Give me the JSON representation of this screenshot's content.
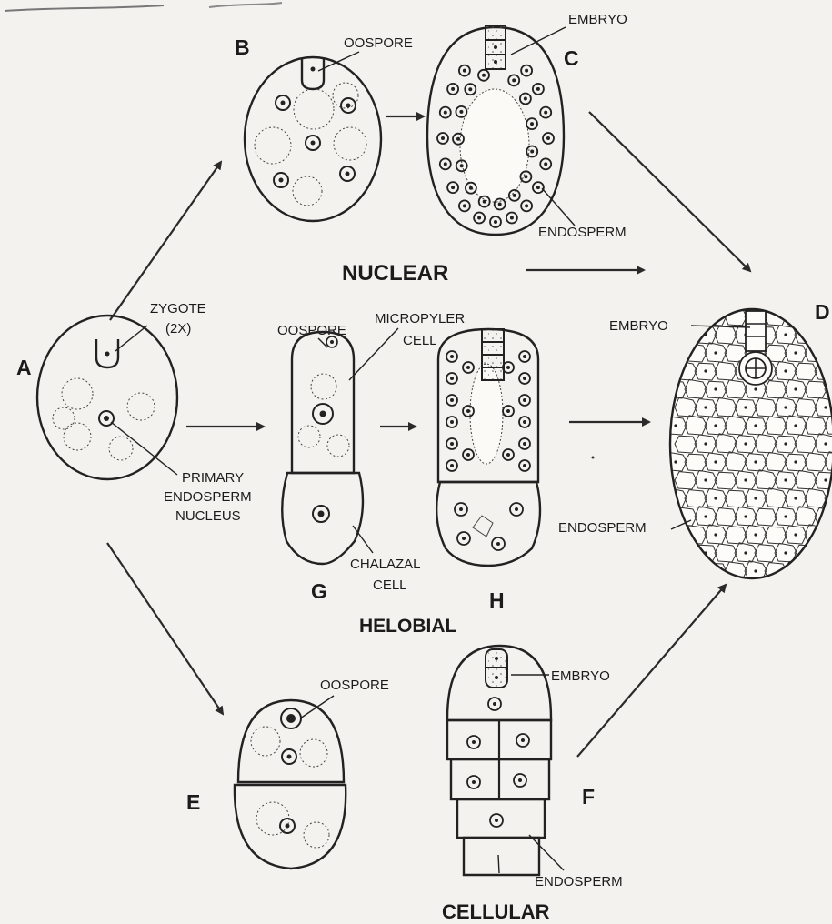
{
  "labels": {
    "A": "A",
    "B": "B",
    "C": "C",
    "D": "D",
    "E": "E",
    "F": "F",
    "G": "G",
    "H": "H",
    "oospore_b": "OOSPORE",
    "embryo_c": "EMBRYO",
    "endosperm_c": "ENDOSPERM",
    "nuclear": "NUCLEAR",
    "zygote": "ZYGOTE",
    "zygote_ploidy": "(2X)",
    "pen_line1": "PRIMARY",
    "pen_line2": "ENDOSPERM",
    "pen_line3": "NUCLEUS",
    "oospore_g": "OOSPORE",
    "micropyler_line1": "MICROPYLER",
    "micropyler_line2": "CELL",
    "chalazal_line1": "CHALAZAL",
    "chalazal_line2": "CELL",
    "helobial": "HELOBIAL",
    "embryo_d": "EMBRYO",
    "endosperm_d": "ENDOSPERM",
    "oospore_e": "OOSPORE",
    "embryo_f": "EMBRYO",
    "endosperm_f": "ENDOSPERM",
    "cellular": "CELLULAR"
  }
}
